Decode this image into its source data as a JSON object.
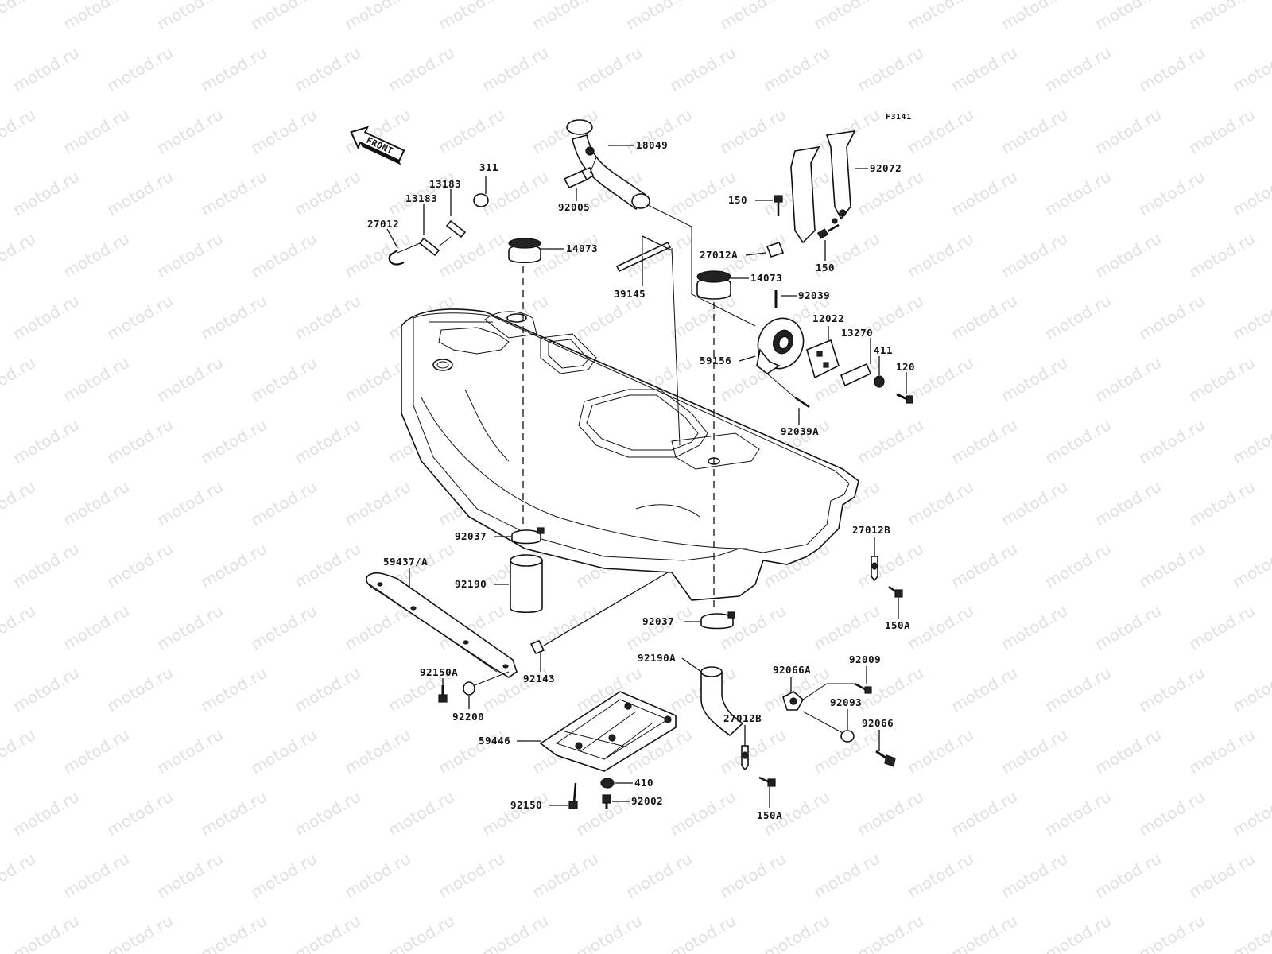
{
  "figure_code": "F3141",
  "front_label": "FRONT",
  "watermark_text": "motod.ru",
  "part_numbers": {
    "p18049": "18049",
    "p92005": "92005",
    "p311": "311",
    "p13183a": "13183",
    "p13183b": "13183",
    "p27012": "27012",
    "p14073a": "14073",
    "p39145": "39145",
    "p92072": "92072",
    "p150a": "150",
    "p27012A": "27012A",
    "p150b": "150",
    "p14073b": "14073",
    "p92039": "92039",
    "p12022": "12022",
    "p13270": "13270",
    "p411": "411",
    "p120": "120",
    "p59156": "59156",
    "p92039A": "92039A",
    "p92037a": "92037",
    "p59437": "59437/A",
    "p92190": "92190",
    "p27012Ba": "27012B",
    "p150Aa": "150A",
    "p92037b": "92037",
    "p92190A": "92190A",
    "p92150A": "92150A",
    "p92143": "92143",
    "p92200": "92200",
    "p92066A": "92066A",
    "p92009": "92009",
    "p92093": "92093",
    "p27012Bb": "27012B",
    "p92066": "92066",
    "p59446": "59446",
    "p410": "410",
    "p92002": "92002",
    "p92150": "92150",
    "p150Ab": "150A"
  }
}
